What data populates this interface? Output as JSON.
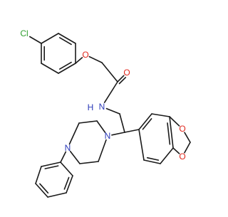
{
  "molecule": {
    "bond_color": "#1a1a1a",
    "atom_labels": {
      "chlorine": "Cl",
      "ether_oxygen": "O",
      "carbonyl_oxygen": "O",
      "amide_nitrogen": "N",
      "amide_hydrogen": "H",
      "piperazine_nitrogen_top": "N",
      "piperazine_nitrogen_bottom": "N",
      "dioxole_oxygen_top": "O",
      "dioxole_oxygen_bottom": "O"
    },
    "label_colors": {
      "chlorine": "#2e9e2e",
      "oxygen": "#e0261c",
      "nitrogen": "#2a39b8"
    }
  }
}
